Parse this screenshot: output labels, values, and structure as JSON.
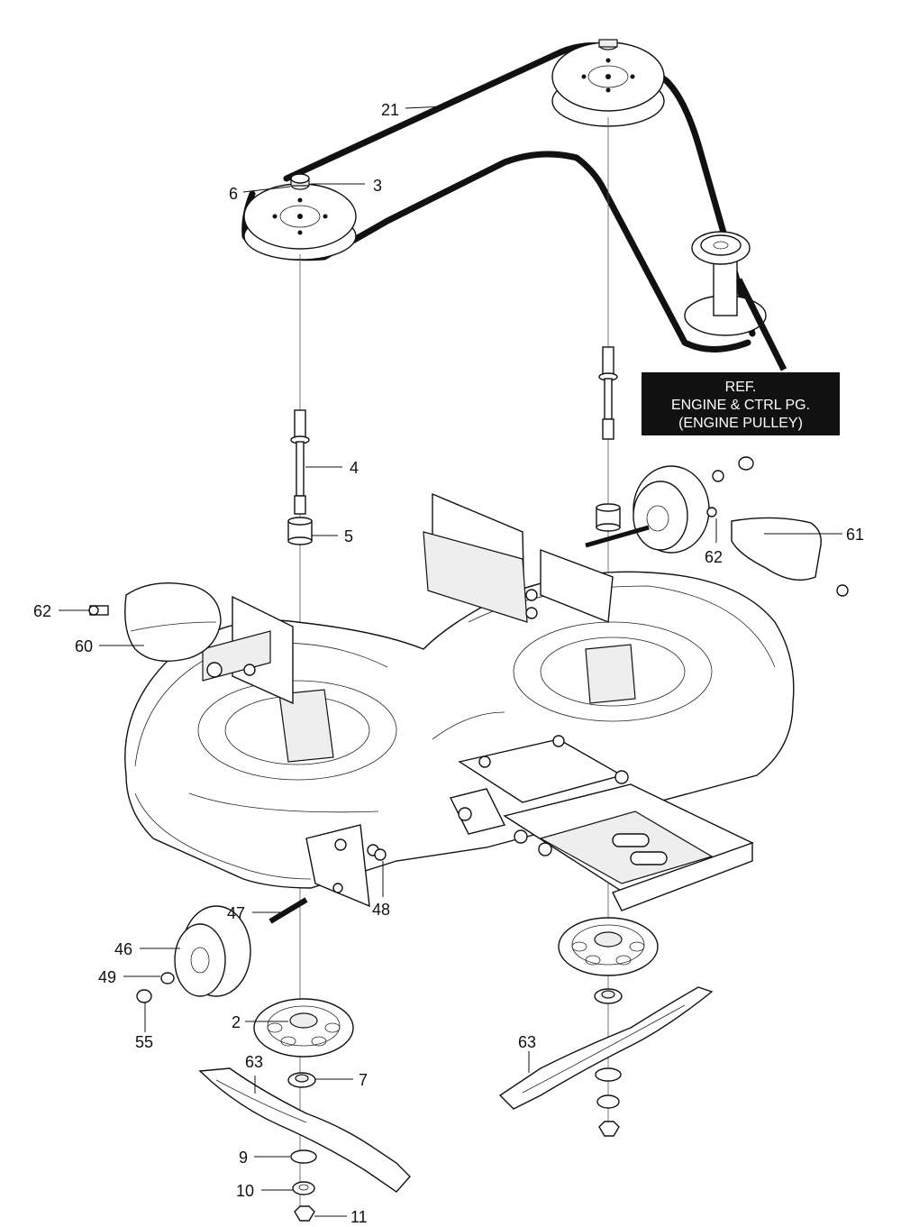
{
  "diagram": {
    "ref_box": {
      "lines": [
        "REF.",
        "ENGINE & CTRL PG.",
        "(ENGINE PULLEY)"
      ]
    },
    "callouts": {
      "c21": "21",
      "c6": "6",
      "c3": "3",
      "c4": "4",
      "c5": "5",
      "c61": "61",
      "c62a": "62",
      "c62b": "62",
      "c60": "60",
      "c47": "47",
      "c48": "48",
      "c46": "46",
      "c49": "49",
      "c55": "55",
      "c2": "2",
      "c63a": "63",
      "c63b": "63",
      "c7": "7",
      "c9": "9",
      "c10": "10",
      "c11": "11"
    }
  }
}
